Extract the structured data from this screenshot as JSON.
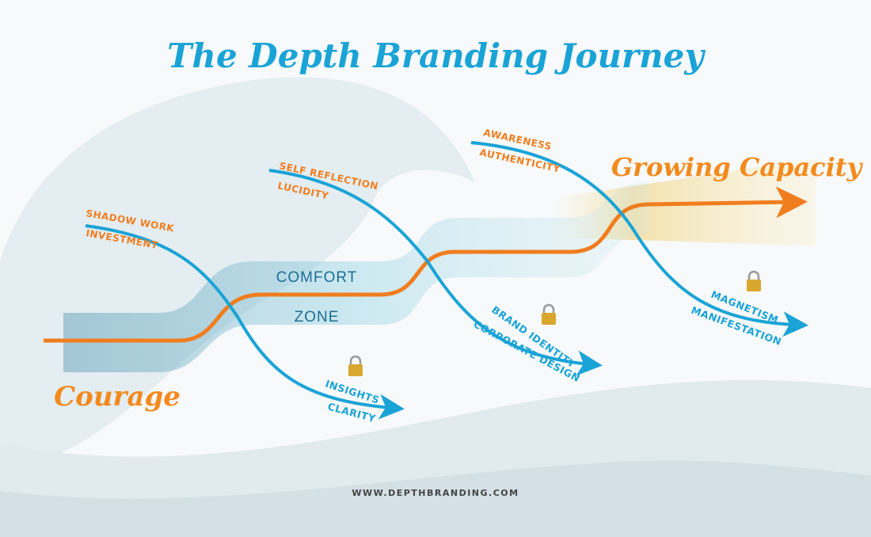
{
  "title": "The Depth Branding Journey",
  "start_label": "Courage",
  "end_label": "Growing Capacity",
  "comfort_zone": {
    "line1": "COMFORT",
    "line2": "ZONE"
  },
  "stages": [
    {
      "top": "SHADOW WORK",
      "top2": "INVESTMENT",
      "bottom": "INSIGHTS",
      "bottom2": "CLARITY"
    },
    {
      "top": "SELF REFLECTION",
      "top2": "LUCIDITY",
      "bottom": "BRAND IDENTITY",
      "bottom2": "CORPORATE DESIGN"
    },
    {
      "top": "AWARENESS",
      "top2": "AUTHENTICITY",
      "bottom": "MAGNETISM",
      "bottom2": "MANIFESTATION"
    }
  ],
  "footer_url": "WWW.DEPTHBRANDING.COM",
  "colors": {
    "blue": "#1aa3d6",
    "orange": "#f07d1e",
    "wave": "#dfe9ee"
  },
  "icons": [
    "lock-icon",
    "lock-icon",
    "lock-icon"
  ]
}
